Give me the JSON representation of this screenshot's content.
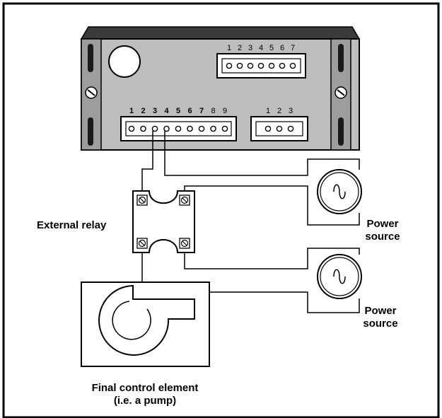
{
  "diagram": {
    "controller": {
      "top_terminal_numbers": [
        "1",
        "2",
        "3",
        "4",
        "5",
        "6",
        "7"
      ],
      "bottom_left_terminal_numbers": [
        "1",
        "2",
        "3",
        "4",
        "5",
        "6",
        "7",
        "8",
        "9"
      ],
      "bottom_right_terminal_numbers": [
        "1",
        "2",
        "3"
      ]
    },
    "labels": {
      "external_relay": "External relay",
      "power_source_1_line1": "Power",
      "power_source_1_line2": "source",
      "power_source_2_line1": "Power",
      "power_source_2_line2": "source",
      "final_control_line1": "Final control element",
      "final_control_line2": "(i.e. a pump)"
    },
    "colors": {
      "panel_gray": "#bdbdbd",
      "ink": "#000000",
      "background": "#ffffff"
    }
  }
}
